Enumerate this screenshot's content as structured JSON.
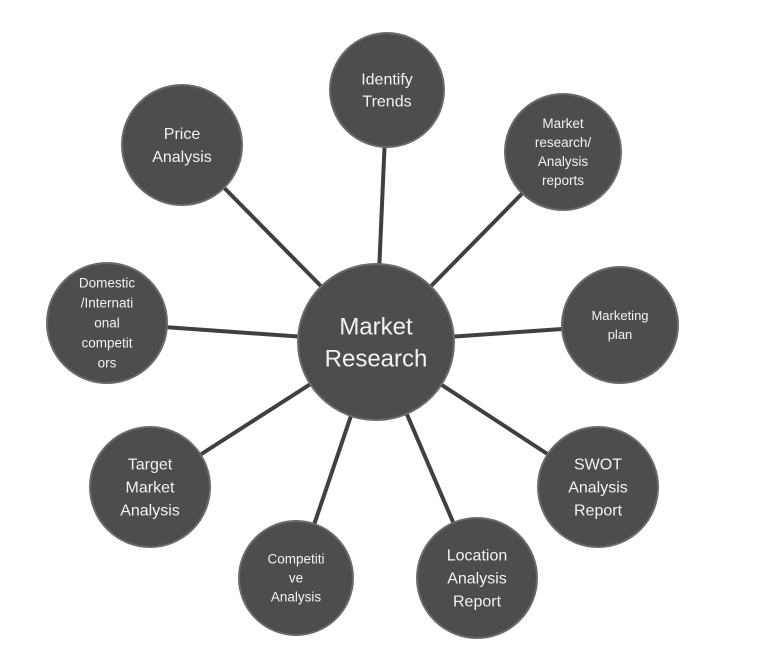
{
  "center": {
    "lines": [
      "Market",
      "Research"
    ]
  },
  "nodes": [
    {
      "id": "identify-trends",
      "lines": [
        "Identify",
        "Trends"
      ]
    },
    {
      "id": "market-research-analysis-reports",
      "lines": [
        "Market",
        "research/",
        "Analysis",
        "reports"
      ]
    },
    {
      "id": "marketing-plan",
      "lines": [
        "Marketing",
        "plan"
      ]
    },
    {
      "id": "swot-analysis-report",
      "lines": [
        "SWOT",
        "Analysis",
        "Report"
      ]
    },
    {
      "id": "location-analysis-report",
      "lines": [
        "Location",
        "Analysis",
        "Report"
      ]
    },
    {
      "id": "competitive-analysis",
      "lines": [
        "Competiti",
        "ve",
        "Analysis"
      ]
    },
    {
      "id": "target-market-analysis",
      "lines": [
        "Target",
        "Market",
        "Analysis"
      ]
    },
    {
      "id": "domestic-international-competitors",
      "lines": [
        "Domestic",
        "/Internati",
        "onal",
        "competit",
        "ors"
      ]
    },
    {
      "id": "price-analysis",
      "lines": [
        "Price",
        "Analysis"
      ]
    }
  ],
  "colors": {
    "node_fill": "#4d4d4d",
    "node_stroke": "#6a6a6a",
    "connector": "#404040",
    "text": "#f2f2f2"
  }
}
